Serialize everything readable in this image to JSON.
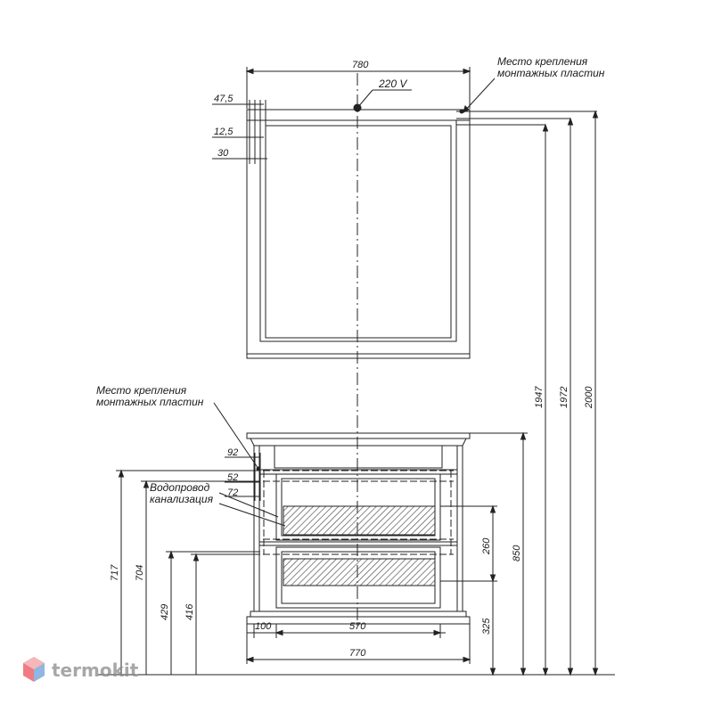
{
  "drawing": {
    "mirror": {
      "width": "780",
      "power": "220 V",
      "offset_top": "47,5",
      "offset_frame": "12,5",
      "offset_inner": "30",
      "mount_label": [
        "Место крепления",
        "монтажных пластин"
      ]
    },
    "cabinet": {
      "mount_label": [
        "Место крепления",
        "монтажных пластин"
      ],
      "dim_92": "92",
      "dim_52": "52",
      "dim_72": "72",
      "water_label": "Водопровод",
      "sewer_label": "канализация",
      "dim_100": "100",
      "dim_570": "570",
      "dim_770": "770",
      "dim_260": "260",
      "dim_325": "325",
      "dim_850": "850",
      "dim_717": "717",
      "dim_704": "704",
      "dim_429": "429",
      "dim_416": "416"
    },
    "heights": {
      "h1947": "1947",
      "h1972": "1972",
      "h2000": "2000"
    }
  },
  "watermark": {
    "text": "termokit",
    "accent": "#e8525a",
    "accent2": "#6aa0d8"
  }
}
